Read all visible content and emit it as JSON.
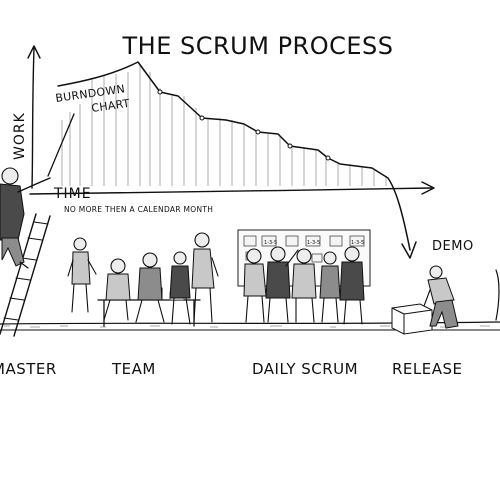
{
  "title": "THE SCRUM PROCESS",
  "chart": {
    "ylabel": "WORK",
    "xlabel": "TIME",
    "time_note": "NO MORE THEN A CALENDAR MONTH",
    "burndown_label_line1": "BURNDOWN",
    "burndown_label_line2": "CHART",
    "demo_label": "DEMO"
  },
  "stages": [
    {
      "label": "MASTER"
    },
    {
      "label": "TEAM"
    },
    {
      "label": "DAILY SCRUM"
    },
    {
      "label": "RELEASE"
    }
  ],
  "board_notes": [
    "1-3-5",
    "1-3-5",
    "1-3-5"
  ]
}
